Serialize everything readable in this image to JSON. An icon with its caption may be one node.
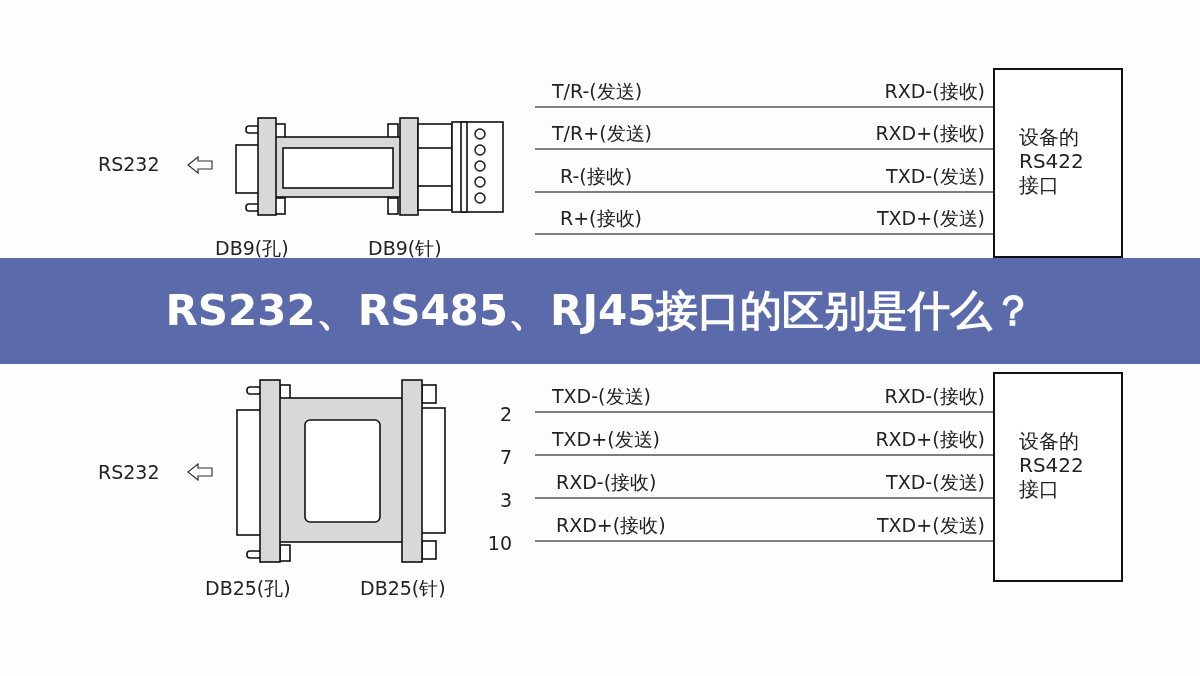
{
  "diagram": {
    "title": "RS232、RS485、RJ45接口的区别是什么？",
    "nodes": [
      {
        "text": [],
        "shape": "picture",
        "beside": [
          "DB9(孔)",
          "DB9(针)"
        ]
      },
      {
        "text": [
          "设备的RS422接口"
        ]
      },
      {
        "text": [],
        "shape": "picture",
        "beside": [
          "DB25(孔)",
          "DB25(针)"
        ]
      },
      {
        "text": [
          "设备的RS422接口"
        ]
      }
    ],
    "edges": [
      {
        "from": null,
        "to": 1,
        "arrow": "none"
      },
      {
        "from": null,
        "to": 1,
        "arrow": "none"
      },
      {
        "from": null,
        "to": 1,
        "arrow": "none"
      },
      {
        "from": null,
        "to": 1,
        "arrow": "none"
      },
      {
        "from": null,
        "to": 3,
        "arrow": "none"
      },
      {
        "from": null,
        "to": 3,
        "arrow": "none"
      },
      {
        "from": null,
        "to": 3,
        "arrow": "none"
      },
      {
        "from": null,
        "to": 3,
        "arrow": "none"
      }
    ],
    "labels": [
      "RS232",
      "T/R-(发送)",
      "RXD-(接收)",
      "T/R+(发送)",
      "RXD+(接收)",
      "R-(接收)",
      "TXD-(发送)",
      "R+(接收)",
      "TXD+(发送)",
      "RS232",
      "2",
      "TXD-(发送)",
      "RXD-(接收)",
      "7",
      "TXD+(发送)",
      "RXD+(接收)",
      "3",
      "RXD-(接收)",
      "TXD-(发送)",
      "10",
      "RXD+(接收)",
      "TXD+(发送)"
    ]
  }
}
